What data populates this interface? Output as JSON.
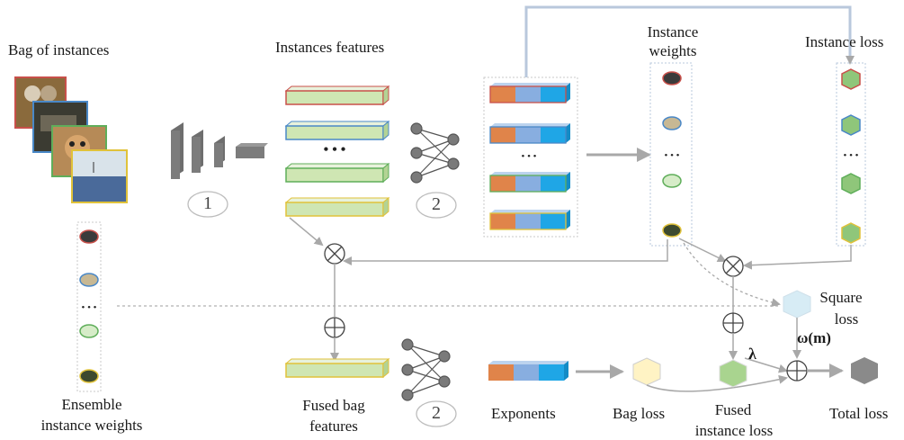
{
  "labels": {
    "bag_of_instances": "Bag of instances",
    "instances_features": "Instances features",
    "instance_weights_1": "Instance",
    "instance_weights_2": "weights",
    "instance_loss": "Instance loss",
    "square_loss_1": "Square",
    "square_loss_2": "loss",
    "omega": "ω(m)",
    "lambda": "λ",
    "ensemble_1": "Ensemble",
    "ensemble_2": "instance weights",
    "fused_bag_1": "Fused bag",
    "fused_bag_2": "features",
    "exponents": "Exponents",
    "bag_loss": "Bag loss",
    "fused_instance_loss_1": "Fused",
    "fused_instance_loss_2": "instance loss",
    "total_loss": "Total loss",
    "step_1": "1",
    "step_2a": "2",
    "step_2b": "2",
    "ellipsis": "• • •"
  },
  "colors": {
    "red": "#c8504a",
    "blue": "#4a88c7",
    "green": "#5fae5a",
    "yellow": "#e0c23a",
    "feature_fill": "#cfe6b3",
    "orange_cell": "#e0844a",
    "lightblue_cell": "#88aee0",
    "cyan_cell": "#1fa6e6",
    "hex_green": "#8fc67a",
    "hex_cyan": "#d7ecf5",
    "hex_yellow": "#fff3c4",
    "hex_gray": "#8a8a8a",
    "arrow_gray": "#a8a8a8"
  },
  "icons": {
    "cnn": "cnn-layers-icon",
    "mlp": "mlp-network-icon",
    "otimes": "multiply-operator-icon",
    "oplus": "add-operator-icon"
  }
}
